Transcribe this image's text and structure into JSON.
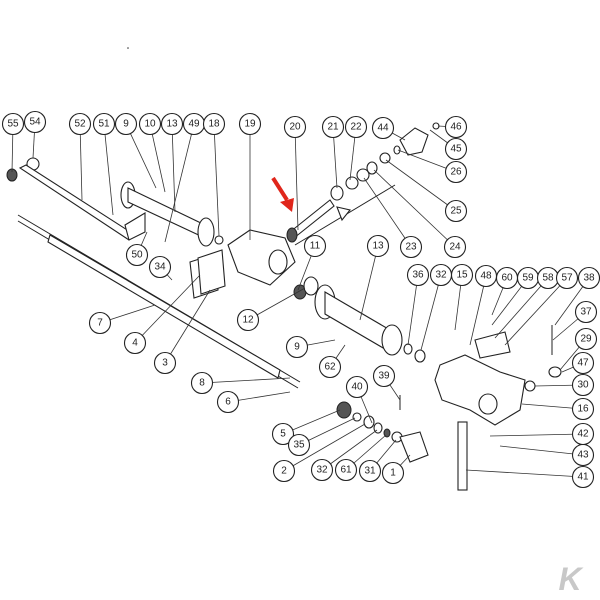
{
  "diagram": {
    "title": "Exploded parts diagram - gearbox and drive shaft assembly",
    "highlight_color": "#e0261b",
    "logo_color": "#c8c8c8",
    "logo_text": "K",
    "callouts": [
      "55",
      "54",
      "52",
      "51",
      "9",
      "10",
      "13",
      "49",
      "18",
      "19",
      "20",
      "21",
      "22",
      "44",
      "46",
      "45",
      "26",
      "25",
      "24",
      "23",
      "11",
      "13",
      "36",
      "32",
      "15",
      "48",
      "60",
      "59",
      "58",
      "57",
      "38",
      "37",
      "29",
      "47",
      "30",
      "16",
      "42",
      "43",
      "41",
      "50",
      "34",
      "7",
      "4",
      "3",
      "12",
      "9",
      "62",
      "8",
      "6",
      "39",
      "40",
      "5",
      "35",
      "2",
      "32",
      "61",
      "31",
      "1"
    ]
  }
}
